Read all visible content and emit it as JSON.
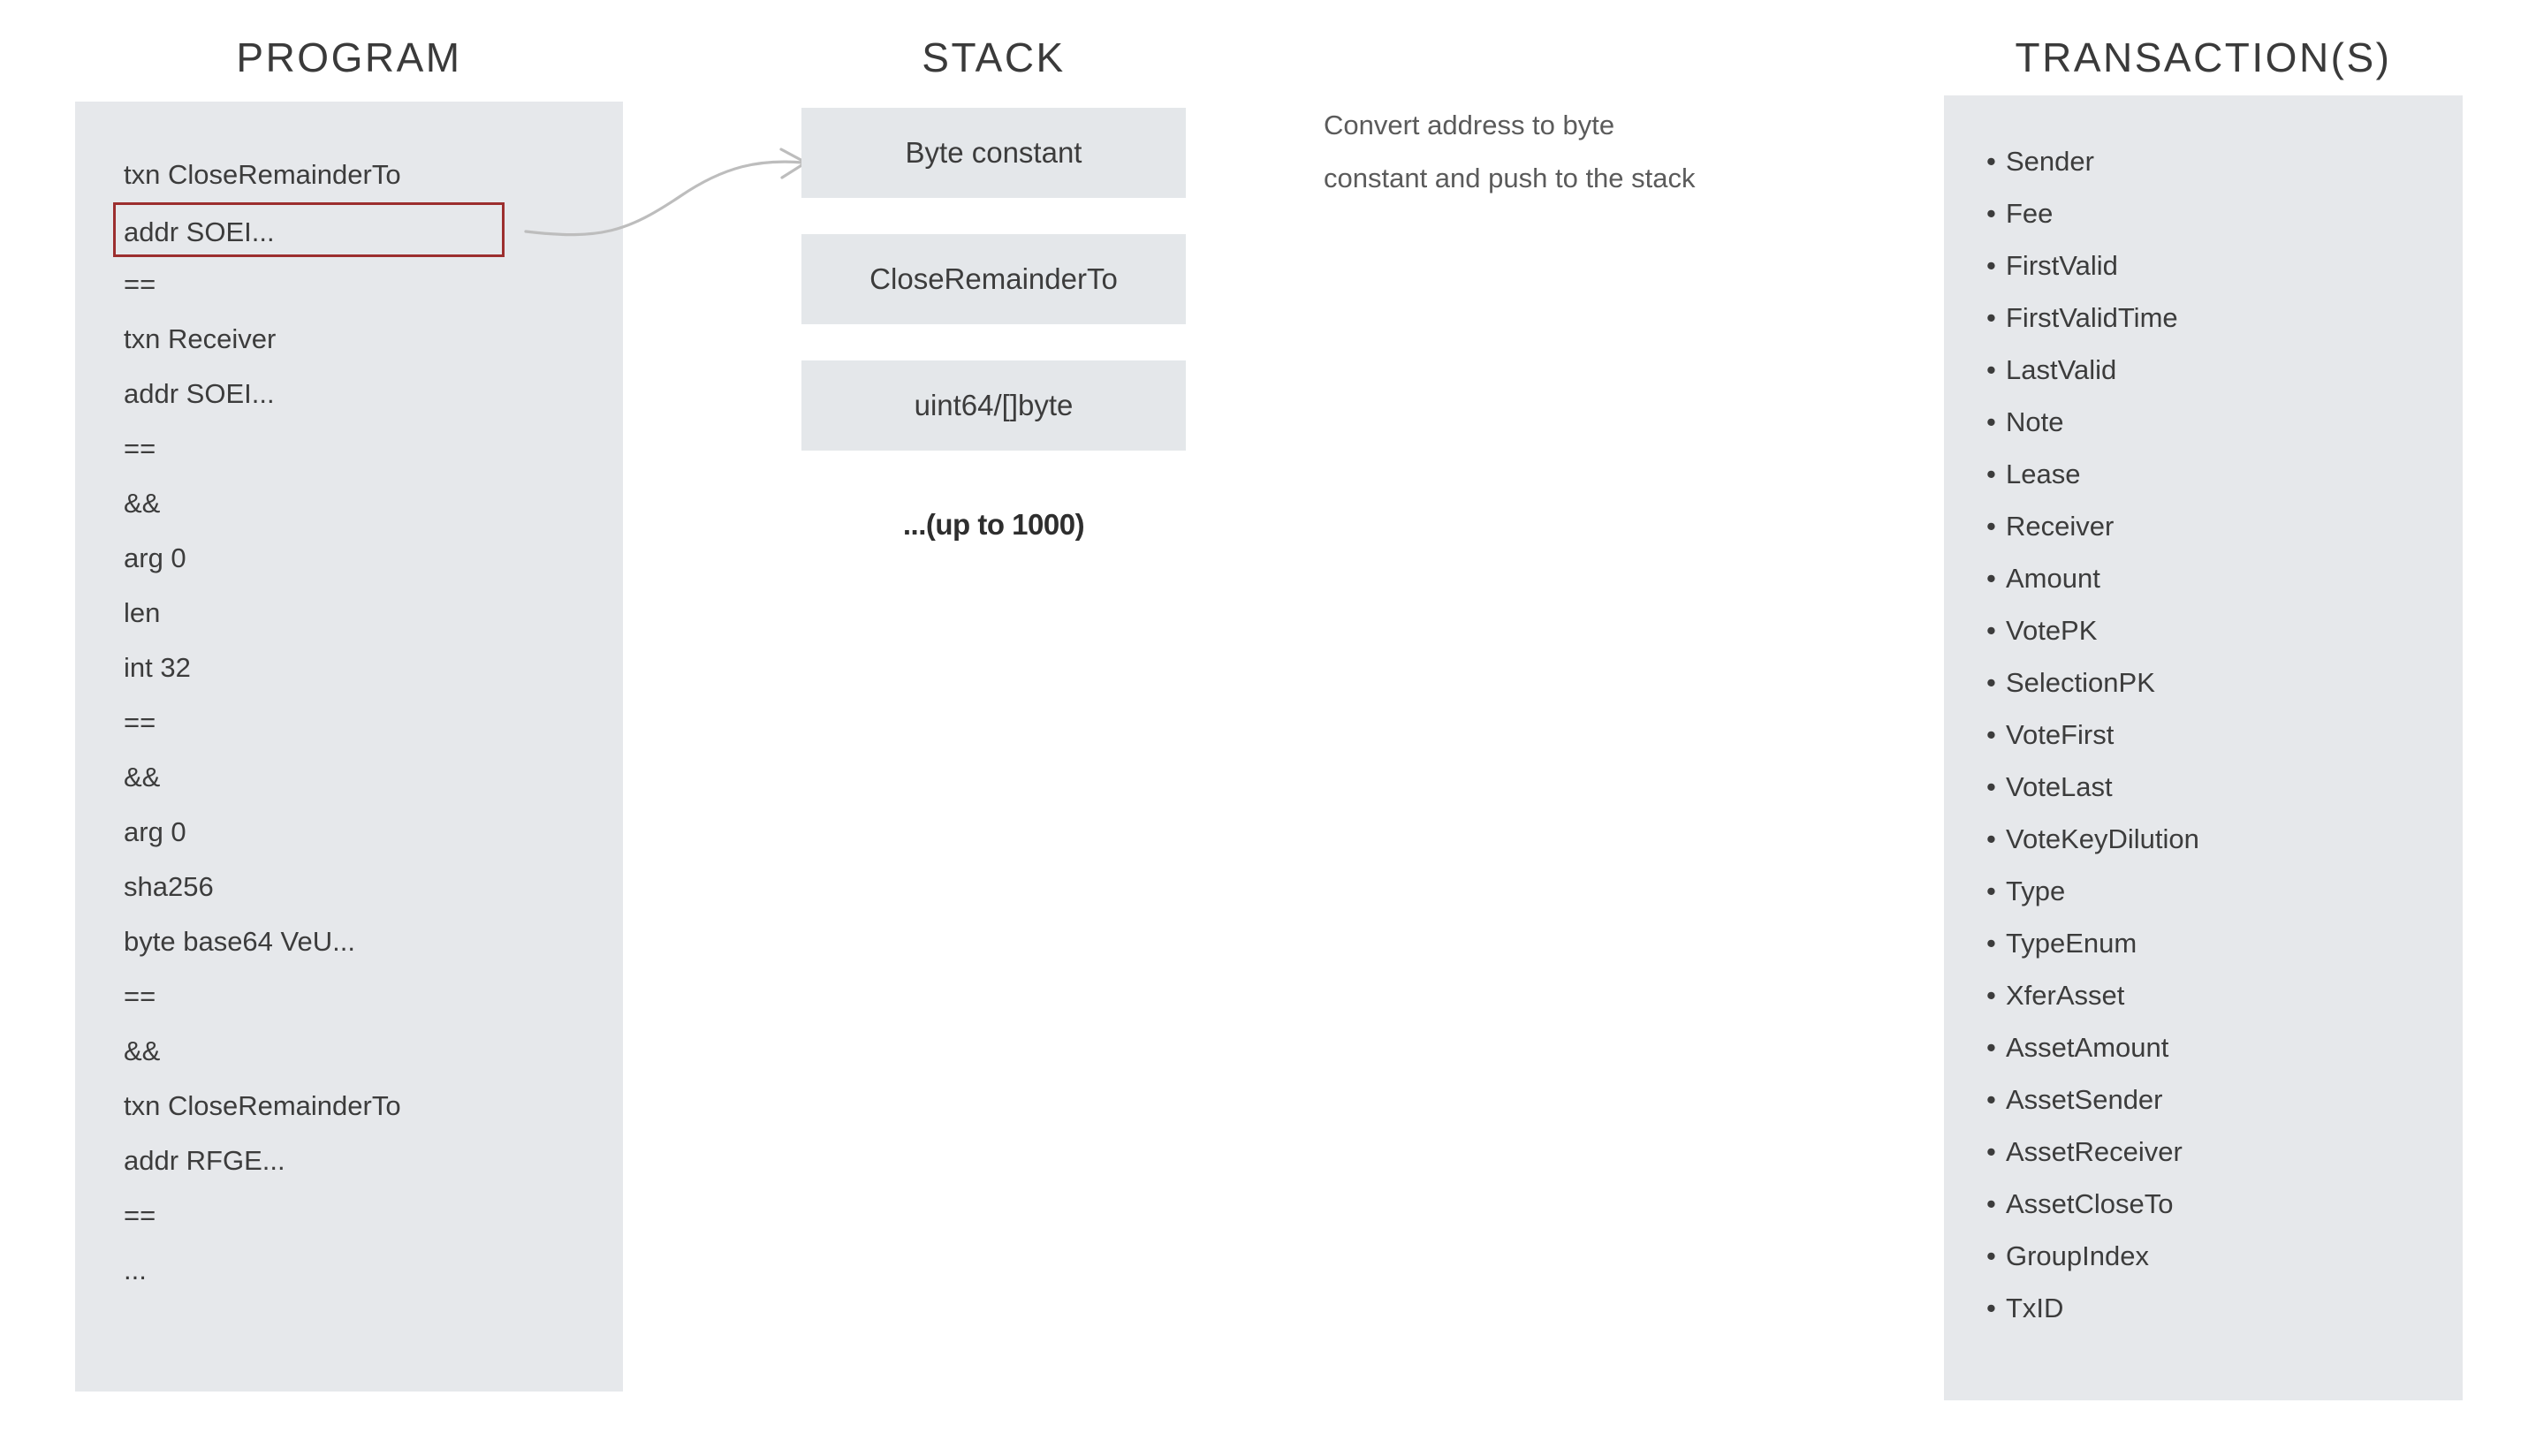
{
  "columns": {
    "program_title": "PROGRAM",
    "stack_title": "STACK",
    "transaction_title": "TRANSACTION(S)"
  },
  "program": {
    "lines": [
      "txn CloseRemainderTo",
      "addr SOEI...",
      "==",
      "txn Receiver",
      "addr SOEI...",
      "==",
      "&&",
      "arg 0",
      "len",
      "int 32",
      "==",
      "&&",
      "arg 0",
      "sha256",
      "byte base64 VeU...",
      "==",
      "&&",
      "txn CloseRemainderTo",
      "addr RFGE...",
      "==",
      "..."
    ],
    "highlighted_index": 1,
    "highlight_color": "#9c2e2e"
  },
  "stack": {
    "boxes": [
      "Byte constant",
      "CloseRemainderTo",
      "uint64/[]byte"
    ],
    "more_label": "...(up to 1000)"
  },
  "annotation": {
    "line1": "Convert address to byte",
    "line2": "constant and push to the stack"
  },
  "transaction": {
    "fields": [
      "Sender",
      "Fee",
      "FirstValid",
      "FirstValidTime",
      "LastValid",
      "Note",
      "Lease",
      "Receiver",
      "Amount",
      "VotePK",
      "SelectionPK",
      "VoteFirst",
      "VoteLast",
      "VoteKeyDilution",
      "Type",
      "TypeEnum",
      "XferAsset",
      "AssetAmount",
      "AssetSender",
      "AssetReceiver",
      "AssetCloseTo",
      "GroupIndex",
      "TxID"
    ],
    "bullet": "•"
  },
  "colors": {
    "panel_background": "#e6e8eb",
    "stack_box_background": "#e4e7ea",
    "text": "#3c3c3c",
    "heading": "#3a3a3a",
    "annotation_text": "#5b5b5b",
    "highlight_border": "#9c2e2e",
    "arrow": "#b9b9b9",
    "page_background": "#ffffff"
  }
}
